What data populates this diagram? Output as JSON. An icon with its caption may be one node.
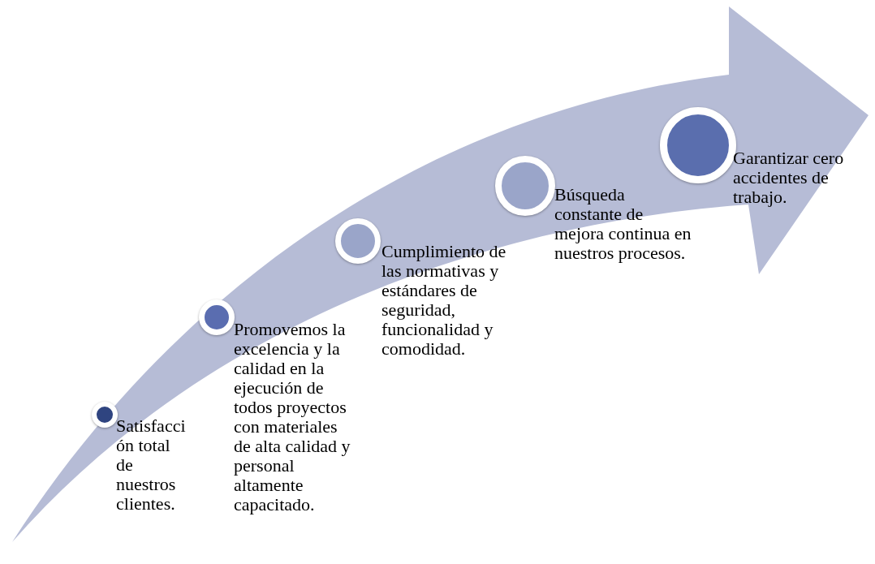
{
  "diagram": {
    "nodes": [
      {
        "text": [],
        "shape": "circle",
        "beside": [
          "Satisfacción total de nuestros clientes."
        ]
      },
      {
        "text": [],
        "shape": "circle",
        "beside": [
          "Promovemos la excelencia y la calidad en la ejecución de todos proyectos con materiales de alta calidad y personal altamente capacitado."
        ]
      },
      {
        "text": [],
        "shape": "circle",
        "beside": [
          "Cumplimiento de las normativas y estándares de seguridad, funcionalidad y comodidad."
        ]
      },
      {
        "text": [],
        "shape": "circle",
        "beside": [
          "Búsqueda constante de mejora continua en nuestros procesos."
        ]
      },
      {
        "text": [],
        "shape": "circle",
        "beside": [
          "Garantizar cero accidentes de trabajo."
        ]
      }
    ]
  }
}
